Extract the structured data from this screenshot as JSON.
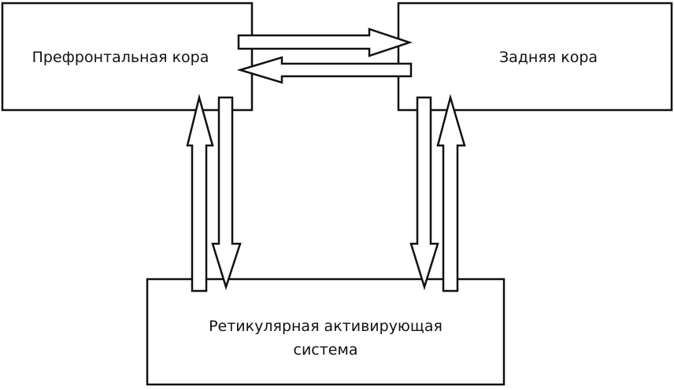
{
  "nodes": {
    "prefrontal": {
      "label": "Префронтальная кора"
    },
    "posterior": {
      "label": "Задняя кора"
    },
    "reticular": {
      "line1": "Ретикулярная активирующая",
      "line2": "система"
    }
  },
  "edges": [
    {
      "from": "prefrontal",
      "to": "posterior"
    },
    {
      "from": "posterior",
      "to": "prefrontal"
    },
    {
      "from": "reticular",
      "to": "prefrontal"
    },
    {
      "from": "prefrontal",
      "to": "reticular"
    },
    {
      "from": "posterior",
      "to": "reticular"
    },
    {
      "from": "reticular",
      "to": "posterior"
    }
  ],
  "colors": {
    "stroke": "#111111",
    "fill": "#ffffff"
  }
}
